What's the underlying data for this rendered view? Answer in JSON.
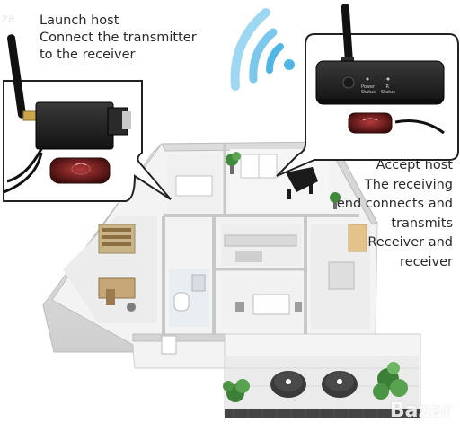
{
  "transmitter_caption": {
    "lines": [
      "Launch host",
      "Connect the transmitter",
      "to the receiver"
    ]
  },
  "receiver_caption": {
    "lines": [
      "Accept host",
      "The receiving",
      "end connects and",
      "transmits",
      "Receiver and",
      "receiver"
    ]
  },
  "device_labels": {
    "power": "Power",
    "status": "Status",
    "ir": "IR",
    "ir_status": "Status"
  },
  "watermarks": {
    "top": "za",
    "bottom": "Bazar"
  },
  "colors": {
    "wifi_blue": "#4fb6e6",
    "bubble_outline": "#222222",
    "device_body": "#1e1e1e",
    "ir_eye_red": "#7a1a1a",
    "floor": "#f2f2f2",
    "wall": "#d9d9d9"
  },
  "icons": [
    "wifi-icon",
    "antenna-icon",
    "ir-sensor-icon"
  ]
}
